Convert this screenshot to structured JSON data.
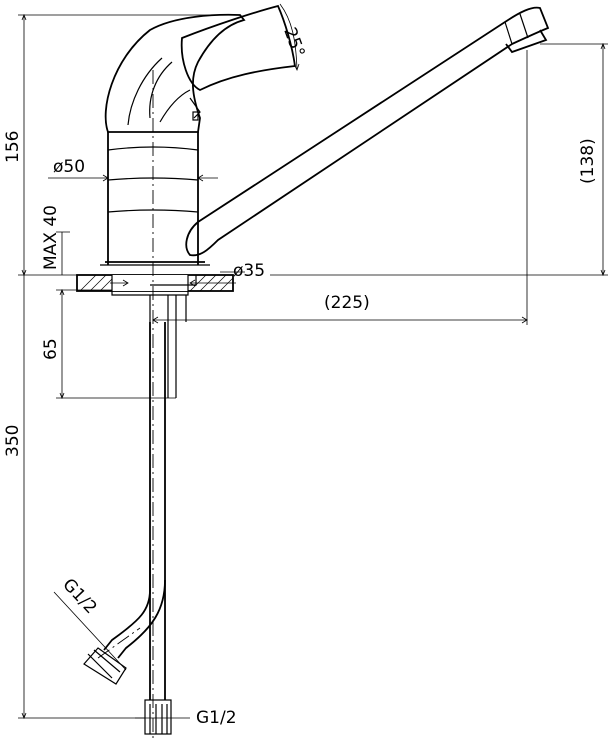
{
  "drawing": {
    "dimensions": {
      "overall_height": "156",
      "lever_angle": "25°",
      "body_diameter": "ø50",
      "spout_height": "(138)",
      "max_mount": "MAX 40",
      "hole_diameter": "ø35",
      "spout_reach": "(225)",
      "shank_length": "65",
      "hose_length": "350",
      "thread_side": "G1/2",
      "thread_bottom": "G1/2"
    },
    "colors": {
      "line": "#000000",
      "background": "#ffffff"
    }
  }
}
